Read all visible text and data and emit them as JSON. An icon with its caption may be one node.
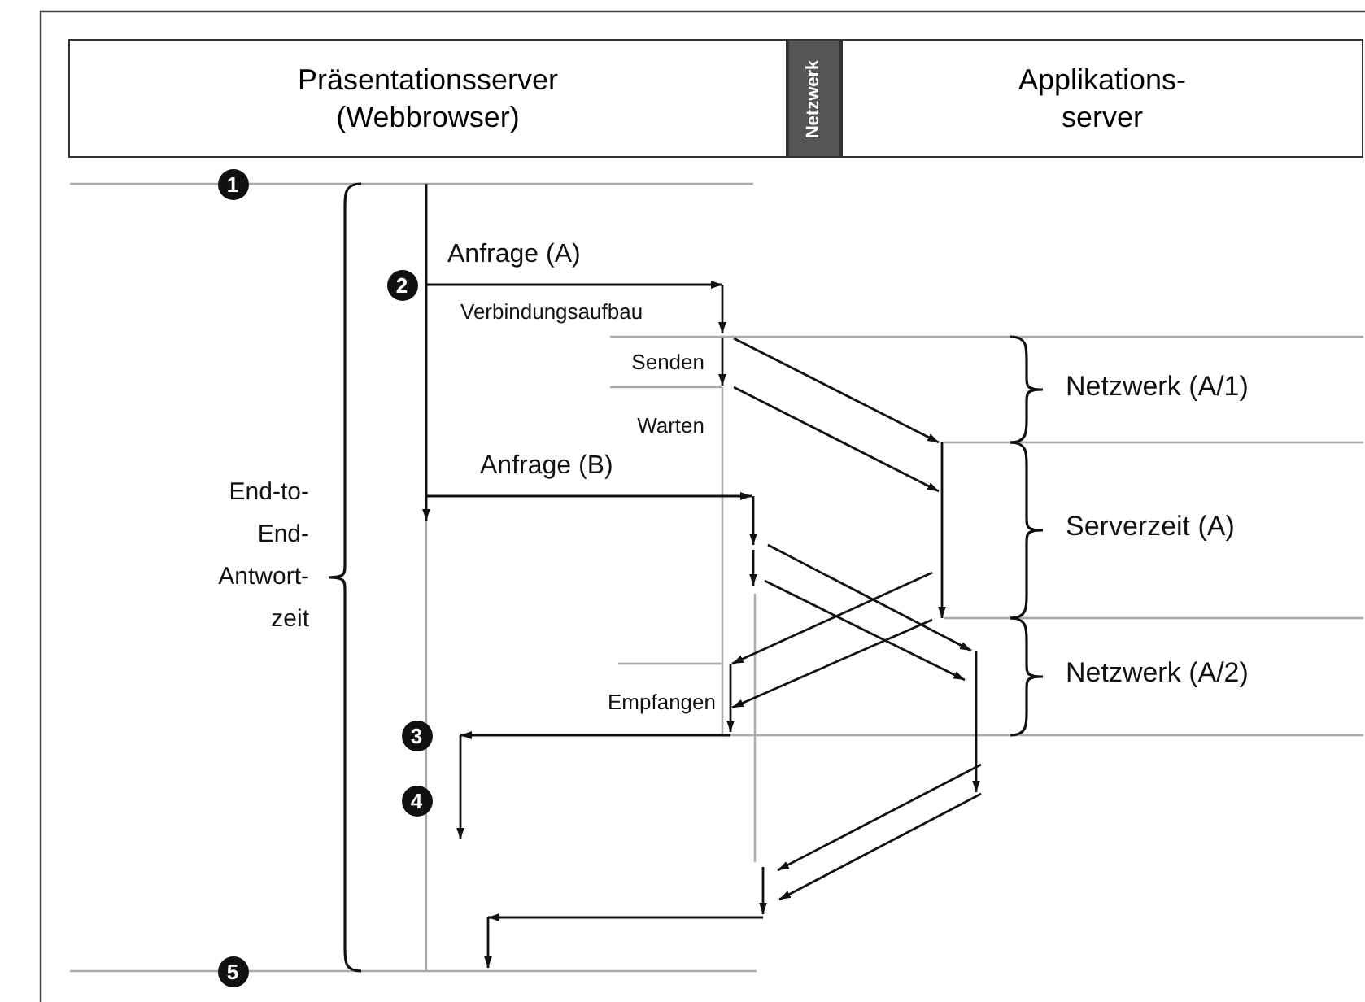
{
  "diagram": {
    "nodes": [
      {
        "text": [
          "Präsentationsserver (Webbrowser)"
        ]
      },
      {
        "text": [
          "Netzwerk"
        ]
      },
      {
        "text": [
          "Applikations- server"
        ]
      }
    ],
    "labels": [
      "1",
      "2",
      "Anfrage (A)",
      "Verbindungsaufbau",
      "Senden",
      "Warten",
      "Anfrage (B)",
      "Netzwerk (A/1)",
      "Serverzeit (A)",
      "End-to- End- Antwort- zeit",
      "Netzwerk (A/2)",
      "Empfangen",
      "3",
      "4",
      "5"
    ]
  }
}
